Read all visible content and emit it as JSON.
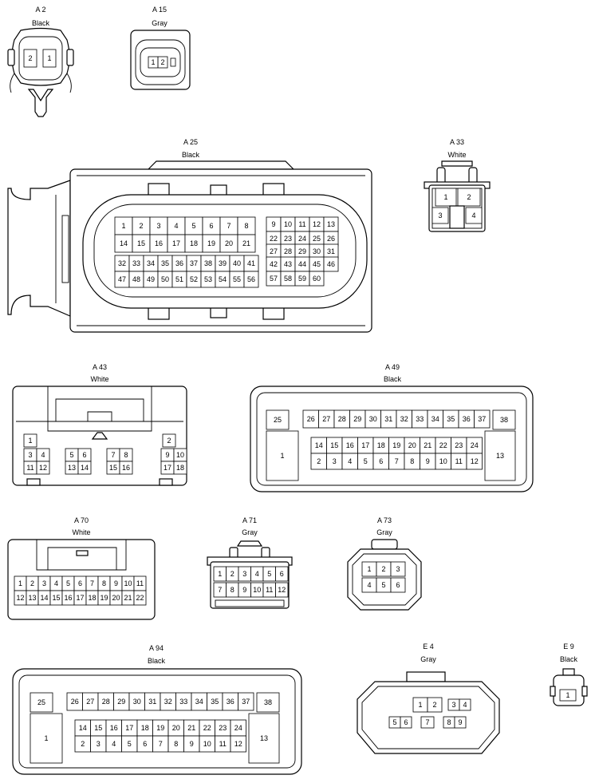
{
  "connectors": {
    "a2": {
      "id": "A 2",
      "color": "Black"
    },
    "a15": {
      "id": "A 15",
      "color": "Gray"
    },
    "a25": {
      "id": "A 25",
      "color": "Black"
    },
    "a33": {
      "id": "A 33",
      "color": "White"
    },
    "a43": {
      "id": "A 43",
      "color": "White"
    },
    "a49": {
      "id": "A 49",
      "color": "Black"
    },
    "a70": {
      "id": "A 70",
      "color": "White"
    },
    "a71": {
      "id": "A 71",
      "color": "Gray"
    },
    "a73": {
      "id": "A 73",
      "color": "Gray"
    },
    "a94": {
      "id": "A 94",
      "color": "Black"
    },
    "e4": {
      "id": "E 4",
      "color": "Gray"
    },
    "e9": {
      "id": "E 9",
      "color": "Black"
    }
  },
  "pins": {
    "a2": [
      "2",
      "1"
    ],
    "a15": [
      "1",
      "2"
    ],
    "a25_left_row1": [
      "1",
      "2",
      "3",
      "4",
      "5",
      "6",
      "7",
      "8"
    ],
    "a25_left_row2": [
      "14",
      "15",
      "16",
      "17",
      "18",
      "19",
      "20",
      "21"
    ],
    "a25_left_row3": [
      "32",
      "33",
      "34",
      "35",
      "36",
      "37",
      "38",
      "39",
      "40",
      "41"
    ],
    "a25_left_row4": [
      "47",
      "48",
      "49",
      "50",
      "51",
      "52",
      "53",
      "54",
      "55",
      "56"
    ],
    "a25_right_row1": [
      "9",
      "10",
      "11",
      "12",
      "13"
    ],
    "a25_right_row2": [
      "22",
      "23",
      "24",
      "25",
      "26"
    ],
    "a25_right_row3": [
      "27",
      "28",
      "29",
      "30",
      "31"
    ],
    "a25_right_row4": [
      "42",
      "43",
      "44",
      "45",
      "46"
    ],
    "a25_right_row5": [
      "57",
      "58",
      "59",
      "60"
    ],
    "a33": [
      "1",
      "2",
      "3",
      "4"
    ],
    "a43_top": [
      "1",
      "2"
    ],
    "a43_mid": [
      "3",
      "4",
      "5",
      "6",
      "7",
      "8",
      "9",
      "10"
    ],
    "a43_bot": [
      "11",
      "12",
      "13",
      "14",
      "15",
      "16",
      "17",
      "18"
    ],
    "wide_top": [
      "26",
      "27",
      "28",
      "29",
      "30",
      "31",
      "32",
      "33",
      "34",
      "35",
      "36",
      "37"
    ],
    "wide_mid": [
      "14",
      "15",
      "16",
      "17",
      "18",
      "19",
      "20",
      "21",
      "22",
      "23",
      "24"
    ],
    "wide_bot": [
      "2",
      "3",
      "4",
      "5",
      "6",
      "7",
      "8",
      "9",
      "10",
      "11",
      "12"
    ],
    "wide_side": [
      "25",
      "1",
      "38",
      "13"
    ],
    "a70_row1": [
      "1",
      "2",
      "3",
      "4",
      "5",
      "6",
      "7",
      "8",
      "9",
      "10",
      "11"
    ],
    "a70_row2": [
      "12",
      "13",
      "14",
      "15",
      "16",
      "17",
      "18",
      "19",
      "20",
      "21",
      "22"
    ],
    "a71_row1": [
      "1",
      "2",
      "3",
      "4",
      "5",
      "6"
    ],
    "a71_row2": [
      "7",
      "8",
      "9",
      "10",
      "11",
      "12"
    ],
    "a73": [
      "1",
      "2",
      "3",
      "4",
      "5",
      "6"
    ],
    "e4_row1": [
      "1",
      "2",
      "3",
      "4"
    ],
    "e4_row2": [
      "5",
      "6",
      "7",
      "8",
      "9"
    ],
    "e9": [
      "1"
    ]
  }
}
